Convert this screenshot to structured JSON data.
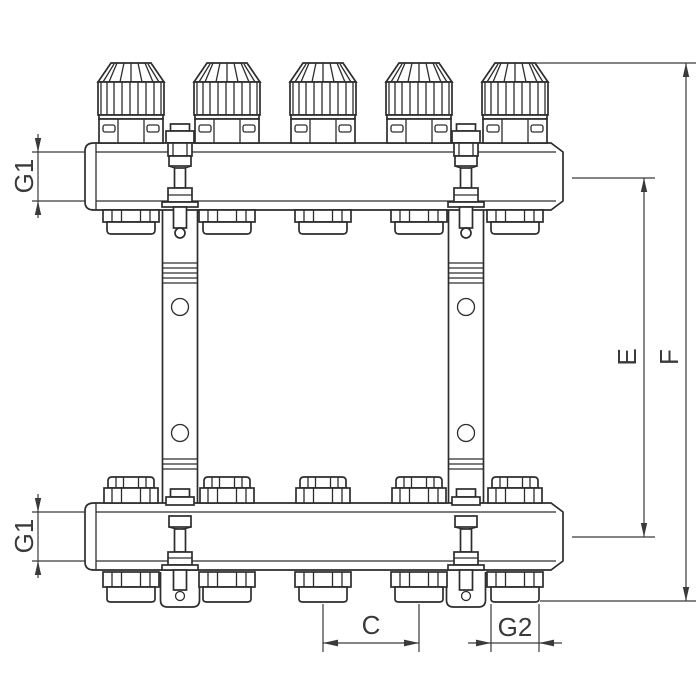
{
  "drawing": {
    "kind": "technical-line-drawing",
    "subject": "heating manifold with thermostatic valve caps",
    "ports": 5,
    "brackets": 2
  },
  "labels": {
    "g1_top": "G1",
    "g1_bottom": "G1",
    "e": "E",
    "f": "F",
    "c": "C",
    "g2": "G2"
  },
  "colors": {
    "line": "#2d2d2d",
    "dimension": "#3a3a3a",
    "background": "#ffffff"
  }
}
